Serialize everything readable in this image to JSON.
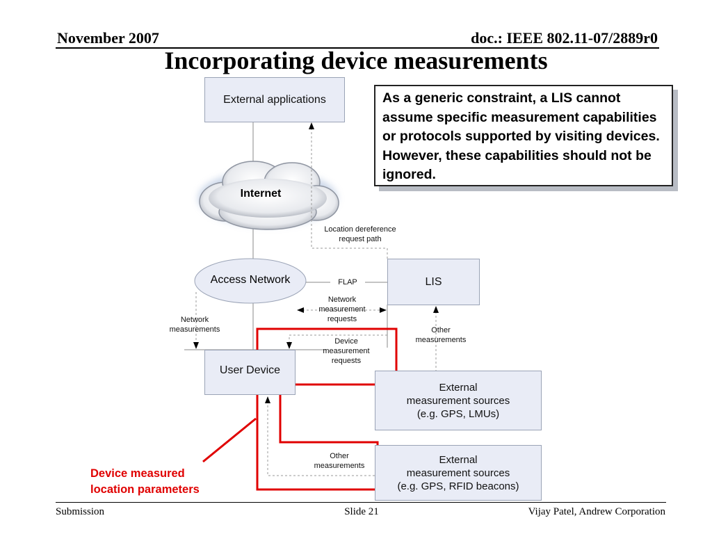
{
  "header": {
    "date": "November 2007",
    "doc": "doc.: IEEE 802.11-07/2889r0"
  },
  "slide_title": "Incorporating device measurements",
  "callout_text": "As a generic constraint, a LIS cannot assume specific measurement capabilities or protocols supported by visiting devices. However, these capabilities should not be ignored.",
  "nodes": {
    "external_applications": "External applications",
    "internet": "Internet",
    "access_network": "Access Network",
    "lis": "LIS",
    "user_device": "User Device",
    "external_sources_1": [
      "External",
      "measurement sources",
      "(e.g. GPS, LMUs)"
    ],
    "external_sources_2": [
      "External",
      "measurement sources",
      "(e.g. GPS, RFID beacons)"
    ]
  },
  "edge_labels": {
    "location_dereference": [
      "Location dereference",
      "request path"
    ],
    "flap": "FLAP",
    "network_measurement_requests": [
      "Network",
      "measurement",
      "requests"
    ],
    "network_measurements": [
      "Network",
      "measurements"
    ],
    "device_measurement_requests": [
      "Device",
      "measurement",
      "requests"
    ],
    "other_measurements_lis": [
      "Other",
      "measurements"
    ],
    "other_measurements_device": [
      "Other",
      "measurements"
    ]
  },
  "highlight_label": [
    "Device measured",
    "location parameters"
  ],
  "footer": {
    "left": "Submission",
    "center": "Slide 21",
    "right": "Vijay Patel, Andrew Corporation"
  },
  "colors": {
    "highlight": "#e00000",
    "box_fill": "#e9ecf6",
    "box_border": "#9aa3b6"
  }
}
